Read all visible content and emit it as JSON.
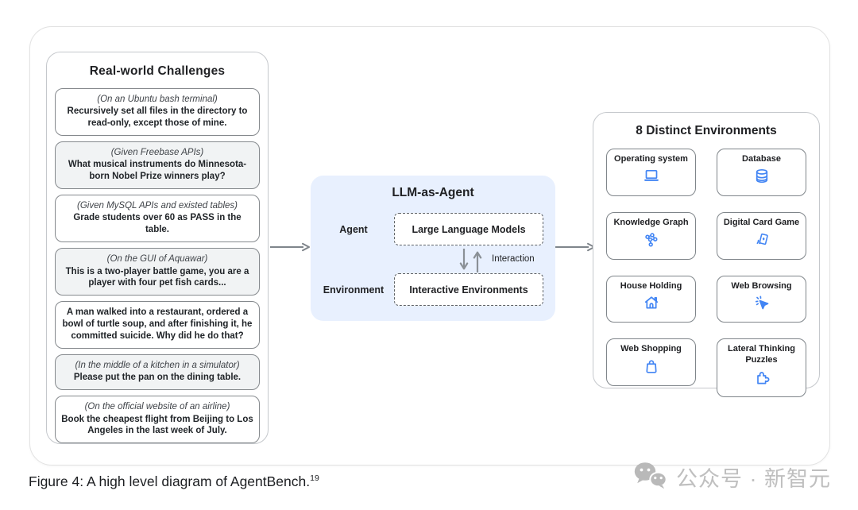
{
  "figure": {
    "caption": "Figure 4: A high level diagram of AgentBench.",
    "caption_ref": "19"
  },
  "left_panel": {
    "title": "Real-world Challenges",
    "tasks": [
      {
        "context": "(On an Ubuntu bash terminal)",
        "text": "Recursively set all files in the directory to read-only, except those of mine.",
        "shaded": false
      },
      {
        "context": "(Given Freebase APIs)",
        "text": "What musical instruments do Minnesota-born Nobel Prize winners play?",
        "shaded": true
      },
      {
        "context": "(Given MySQL APIs and existed tables)",
        "text": "Grade students over 60 as PASS in the table.",
        "shaded": false
      },
      {
        "context": "(On the GUI of Aquawar)",
        "text": "This is a two-player battle game, you are a player with four pet fish cards...",
        "shaded": true
      },
      {
        "context": "",
        "text": "A man walked into a restaurant, ordered a bowl of turtle soup, and after finishing it, he committed suicide. Why did he do that?",
        "shaded": false
      },
      {
        "context": "(In the middle of a kitchen in a simulator)",
        "text": "Please put the pan on the dining table.",
        "shaded": true
      },
      {
        "context": "(On the official website of an airline)",
        "text": "Book the cheapest flight from Beijing to Los Angeles in the last week of July.",
        "shaded": false
      }
    ]
  },
  "center_panel": {
    "title": "LLM-as-Agent",
    "agent_label": "Agent",
    "environment_label": "Environment",
    "llm_box": "Large Language Models",
    "env_box": "Interactive Environments",
    "interaction_label": "Interaction"
  },
  "right_panel": {
    "title": "8 Distinct Environments",
    "environments": [
      {
        "label": "Operating system",
        "icon": "laptop-icon"
      },
      {
        "label": "Database",
        "icon": "database-icon"
      },
      {
        "label": "Knowledge Graph",
        "icon": "knowledge-graph-icon"
      },
      {
        "label": "Digital Card Game",
        "icon": "card-game-icon"
      },
      {
        "label": "House Holding",
        "icon": "house-icon"
      },
      {
        "label": "Web Browsing",
        "icon": "cursor-click-icon"
      },
      {
        "label": "Web Shopping",
        "icon": "shopping-bag-icon"
      },
      {
        "label": "Lateral Thinking Puzzles",
        "icon": "puzzle-icon"
      }
    ]
  },
  "watermark": {
    "text": "公众号 · 新智元"
  },
  "colors": {
    "icon_blue": "#4285f4",
    "center_panel_bg": "#e8f0fe",
    "shaded_task_bg": "#f1f3f4",
    "arrow_gray": "#7f858b",
    "watermark_gray": "#bfbfbf"
  }
}
